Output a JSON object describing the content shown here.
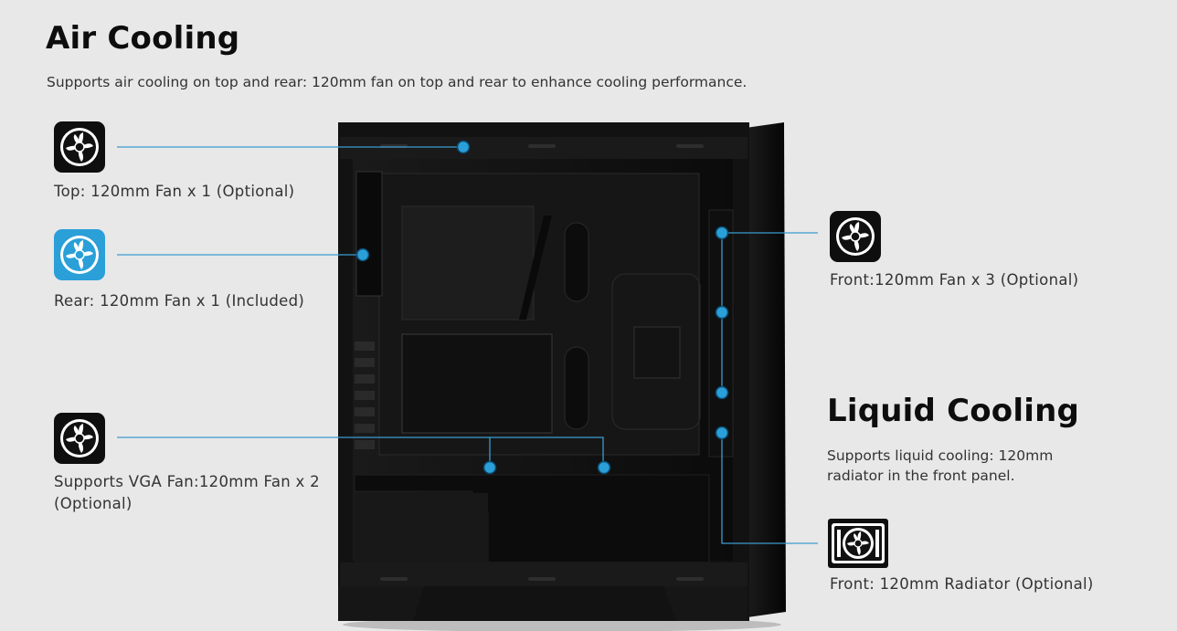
{
  "air_cooling": {
    "title": "Air Cooling",
    "description": "Supports air cooling on top and rear: 120mm fan on top and rear to enhance cooling performance."
  },
  "liquid_cooling": {
    "title": "Liquid Cooling",
    "description_line1": "Supports liquid cooling: 120mm",
    "description_line2": "radiator in the front panel."
  },
  "labels": {
    "top": "Top: 120mm Fan x 1 (Optional)",
    "rear": "Rear: 120mm Fan x 1 (Included)",
    "vga_line1": "Supports VGA Fan:120mm Fan x 2",
    "vga_line2": "(Optional)",
    "front": "Front:120mm Fan x 3 (Optional)",
    "radiator": "Front: 120mm Radiator (Optional)"
  },
  "icons": {
    "top": "fan-icon",
    "rear": "fan-icon-blue",
    "vga": "fan-icon",
    "front": "fan-icon",
    "radiator": "radiator-icon"
  },
  "colors": {
    "accent": "#2a9fd8",
    "connector": "#3a9ccf",
    "case": "#111111",
    "background": "#e8e8e8"
  }
}
